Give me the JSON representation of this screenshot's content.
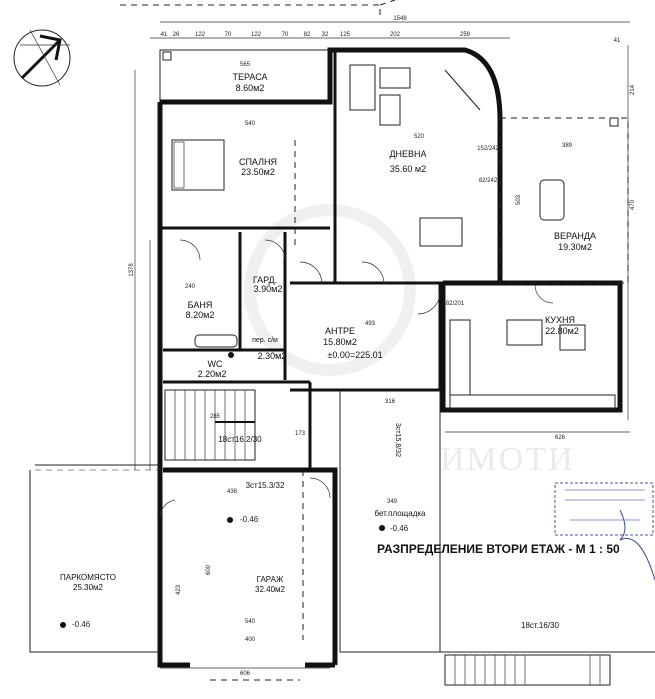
{
  "plan": {
    "title": "РАЗПРЕДЕЛЕНИЕ ВТОРИ ЕТАЖ - М 1 : 50",
    "rooms": [
      {
        "name": "ТЕРАСА",
        "area": "8.60м2"
      },
      {
        "name": "СПАЛНЯ",
        "area": "23.50м2"
      },
      {
        "name": "ДНЕВНА",
        "area": "35.60 м2"
      },
      {
        "name": "ВЕРАНДА",
        "area": "19.30м2"
      },
      {
        "name": "ГАРД.",
        "area": "3.90м2"
      },
      {
        "name": "БАНЯ",
        "area": "8.20м2"
      },
      {
        "name": "пер. с/м",
        "area": "2.30м2"
      },
      {
        "name": "WC",
        "area": "2.20м2"
      },
      {
        "name": "АНТРЕ",
        "area": "15.80м2"
      },
      {
        "name": "КУХНЯ",
        "area": "22.80м2"
      },
      {
        "name": "ПАРКОМЯСТО",
        "area": "25.30м2"
      },
      {
        "name": "ГАРАЖ",
        "area": "32.40м2"
      },
      {
        "name": "бет.площадка",
        "area": ""
      }
    ],
    "level_antre": "±0.00=225.01",
    "level_lower": "-0.46",
    "stairs": [
      "18ст16.2/30",
      "3ст15.3/32",
      "3ст15.8/32",
      "18ст.16/30"
    ],
    "dimensions": [
      "1548",
      "41",
      "26",
      "122",
      "70",
      "122",
      "70",
      "82",
      "32",
      "125",
      "202",
      "259",
      "565",
      "540",
      "520",
      "389",
      "503",
      "470",
      "1378",
      "493",
      "626",
      "606",
      "540",
      "400",
      "438",
      "600",
      "423",
      "349",
      "316",
      "214",
      "41",
      "152/242",
      "82/242",
      "82/201",
      "240",
      "173",
      "285"
    ],
    "watermark": "ИМОТИ",
    "colors": {
      "line": "#111111",
      "paper": "#ffffff"
    }
  }
}
